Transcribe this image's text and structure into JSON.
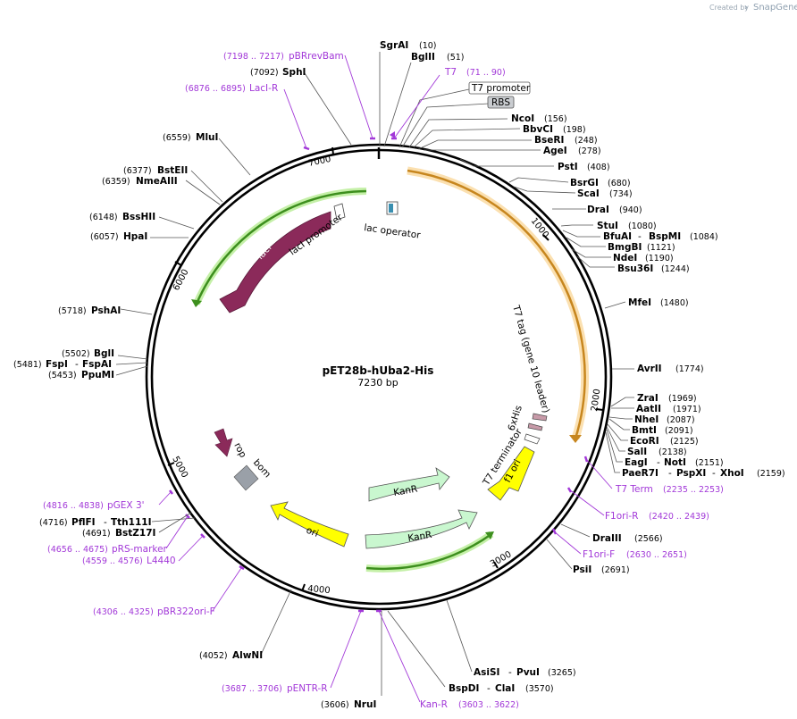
{
  "branding": {
    "created_by": "Created by",
    "app_name": "SnapGene"
  },
  "plasmid": {
    "name": "pET28b-hUba2-His",
    "length_label": "7230 bp"
  },
  "ticks": [
    "1000",
    "2000",
    "3000",
    "4000",
    "5000",
    "6000",
    "7000"
  ],
  "enzymes_top": [
    {
      "name": "SgrAI",
      "pos": "(10)"
    },
    {
      "name": "BglII",
      "pos": "(51)"
    }
  ],
  "boxed_features": {
    "t7_promoter": "T7 promoter",
    "rbs": "RBS"
  },
  "enzymes_right": [
    {
      "name": "NcoI",
      "pos": "(156)"
    },
    {
      "name": "BbvCI",
      "pos": "(198)"
    },
    {
      "name": "BseRI",
      "pos": "(248)"
    },
    {
      "name": "AgeI",
      "pos": "(278)"
    },
    {
      "name": "PstI",
      "pos": "(408)"
    },
    {
      "name": "BsrGI",
      "pos": "(680)"
    },
    {
      "name": "ScaI",
      "pos": "(734)"
    },
    {
      "name": "DraI",
      "pos": "(940)"
    },
    {
      "name": "StuI",
      "pos": "(1080)"
    },
    {
      "name": "BfuAI",
      "sep": "-",
      "name2": "BspMI",
      "pos": "(1084)"
    },
    {
      "name": "BmgBI",
      "pos": "(1121)"
    },
    {
      "name": "NdeI",
      "pos": "(1190)"
    },
    {
      "name": "Bsu36I",
      "pos": "(1244)"
    },
    {
      "name": "MfeI",
      "pos": "(1480)"
    },
    {
      "name": "AvrII",
      "pos": "(1774)"
    },
    {
      "name": "ZraI",
      "pos": "(1969)"
    },
    {
      "name": "AatII",
      "pos": "(1971)"
    },
    {
      "name": "NheI",
      "pos": "(2087)"
    },
    {
      "name": "BmtI",
      "pos": "(2091)"
    },
    {
      "name": "EcoRI",
      "pos": "(2125)"
    },
    {
      "name": "SalI",
      "pos": "(2138)"
    },
    {
      "name": "EagI",
      "sep": "-",
      "name2": "NotI",
      "pos": "(2151)"
    },
    {
      "name": "PaeR7I",
      "sep": "-",
      "name2": "PspXI",
      "sep2": "-",
      "name3": "XhoI",
      "pos": "(2159)"
    },
    {
      "name": "DraIII",
      "pos": "(2566)"
    },
    {
      "name": "PsiI",
      "pos": "(2691)"
    }
  ],
  "enzymes_bottom": [
    {
      "name": "AsiSI",
      "sep": "-",
      "name2": "PvuI",
      "pos": "(3265)"
    },
    {
      "name": "BspDI",
      "sep": "-",
      "name2": "ClaI",
      "pos": "(3570)"
    },
    {
      "name": "NruI",
      "pos": "(3606)"
    },
    {
      "name": "AlwNI",
      "pos": "(4052)"
    }
  ],
  "enzymes_left": [
    {
      "name": "SphI",
      "pos": "(7092)"
    },
    {
      "name": "MluI",
      "pos": "(6559)"
    },
    {
      "name": "BstEII",
      "pos": "(6377)"
    },
    {
      "name": "NmeAIII",
      "pos": "(6359)"
    },
    {
      "name": "BssHII",
      "pos": "(6148)"
    },
    {
      "name": "HpaI",
      "pos": "(6057)"
    },
    {
      "name": "PshAI",
      "pos": "(5718)"
    },
    {
      "name": "BglI",
      "pos": "(5502)"
    },
    {
      "name": "FspI",
      "sep": "-",
      "name2": "FspAI",
      "pos": "(5481)"
    },
    {
      "name": "PpuMI",
      "pos": "(5453)"
    },
    {
      "name": "PflFI",
      "sep": "-",
      "name2": "Tth111I",
      "pos": "(4716)"
    },
    {
      "name": "BstZ17I",
      "pos": "(4691)"
    }
  ],
  "primers": [
    {
      "name": "pBRrevBam",
      "range": "(7198 .. 7217)"
    },
    {
      "name": "LacI-R",
      "range": "(6876 .. 6895)"
    },
    {
      "name": "T7",
      "range": "(71 .. 90)"
    },
    {
      "name": "T7 Term",
      "range": "(2235 .. 2253)"
    },
    {
      "name": "F1ori-R",
      "range": "(2420 .. 2439)"
    },
    {
      "name": "F1ori-F",
      "range": "(2630 .. 2651)"
    },
    {
      "name": "Kan-R",
      "range": "(3603 .. 3622)"
    },
    {
      "name": "pENTR-R",
      "range": "(3687 .. 3706)"
    },
    {
      "name": "pBR322ori-F",
      "range": "(4306 .. 4325)"
    },
    {
      "name": "L4440",
      "range": "(4559 .. 4576)"
    },
    {
      "name": "pRS-marker",
      "range": "(4656 .. 4675)"
    },
    {
      "name": "pGEX 3'",
      "range": "(4816 .. 4838)"
    }
  ],
  "features": {
    "lac_operator": "lac operator",
    "laci_promoter": "lacI promoter",
    "laci": "lacI",
    "t7_tag": "T7 tag (gene 10 leader)",
    "his6": "6xHis",
    "t7_terminator": "T7 terminator",
    "f1_ori": "f1 ori",
    "kanr1": "KanR",
    "kanr2": "KanR",
    "ori": "ori",
    "rop": "rop",
    "bom": "bom"
  },
  "colors": {
    "backbone": "#000000",
    "orf_orange": "#e79a1f",
    "orf_green": "#3d8f1e",
    "laci": "#8b2a5a",
    "kanr": "#c9f7cf",
    "ori": "#ffff00",
    "bom": "#9aa0a8",
    "lac_operator": "#3a8fb0",
    "primer": "#a238d8"
  }
}
